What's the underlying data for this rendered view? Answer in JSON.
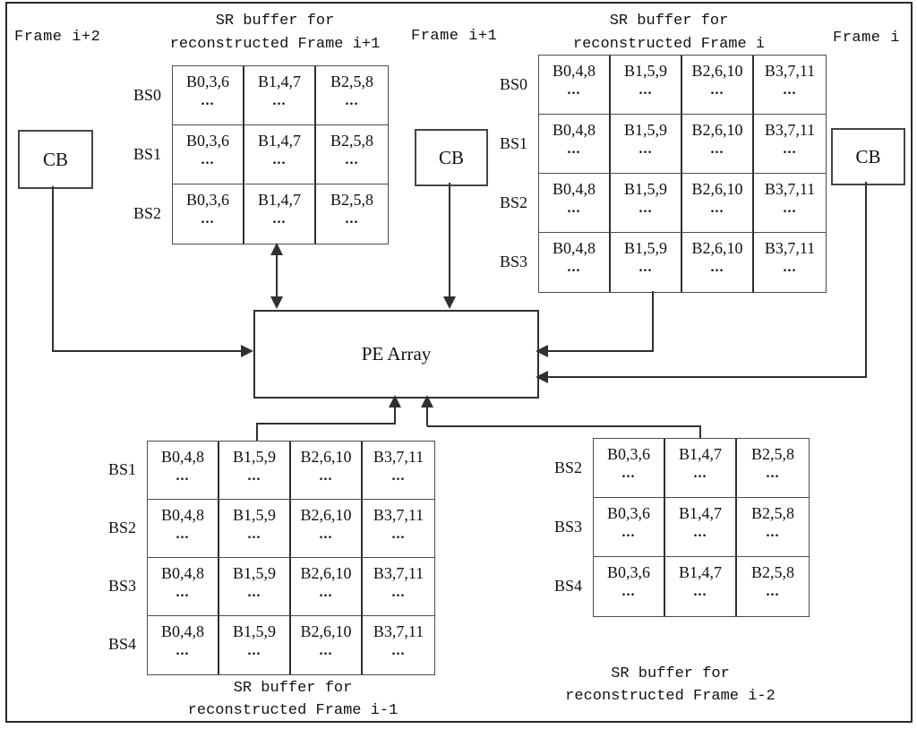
{
  "figure": {
    "frame_labels": {
      "left": "Frame i+2",
      "middle": "Frame i+1",
      "right": "Frame i"
    },
    "cb_label": "CB",
    "pe_label": "PE Array",
    "ellipsis": "...",
    "buffers": {
      "top_left": {
        "title1": "SR buffer for",
        "title2": "reconstructed Frame i+1",
        "rows": [
          "BS0",
          "BS1",
          "BS2"
        ],
        "cols": [
          "B0,3,6",
          "B1,4,7",
          "B2,5,8"
        ]
      },
      "top_right": {
        "title1": "SR buffer for",
        "title2": "reconstructed Frame i",
        "rows": [
          "BS0",
          "BS1",
          "BS2",
          "BS3"
        ],
        "cols": [
          "B0,4,8",
          "B1,5,9",
          "B2,6,10",
          "B3,7,11"
        ]
      },
      "bottom_left": {
        "title1": "SR buffer for",
        "title2": "reconstructed Frame i-1",
        "rows": [
          "BS1",
          "BS2",
          "BS3",
          "BS4"
        ],
        "cols": [
          "B0,4,8",
          "B1,5,9",
          "B2,6,10",
          "B3,7,11"
        ]
      },
      "bottom_right": {
        "title1": "SR buffer for",
        "title2": "reconstructed Frame i-2",
        "rows": [
          "BS2",
          "BS3",
          "BS4"
        ],
        "cols": [
          "B0,3,6",
          "B1,4,7",
          "B2,5,8"
        ]
      }
    }
  }
}
